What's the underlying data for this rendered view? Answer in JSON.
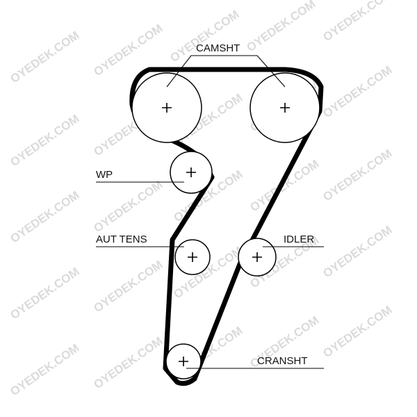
{
  "diagram": {
    "labels": {
      "camshaft": "CAMSHT",
      "water_pump": "WP",
      "auto_tensioner": "AUT TENS",
      "idler": "IDLER",
      "crankshaft": "CRANSHT"
    },
    "watermark": "OYEDEK.COM",
    "colors": {
      "belt": "#000000",
      "pulley": "#000000",
      "text": "#111111",
      "watermark": "#bdbdbd"
    }
  }
}
